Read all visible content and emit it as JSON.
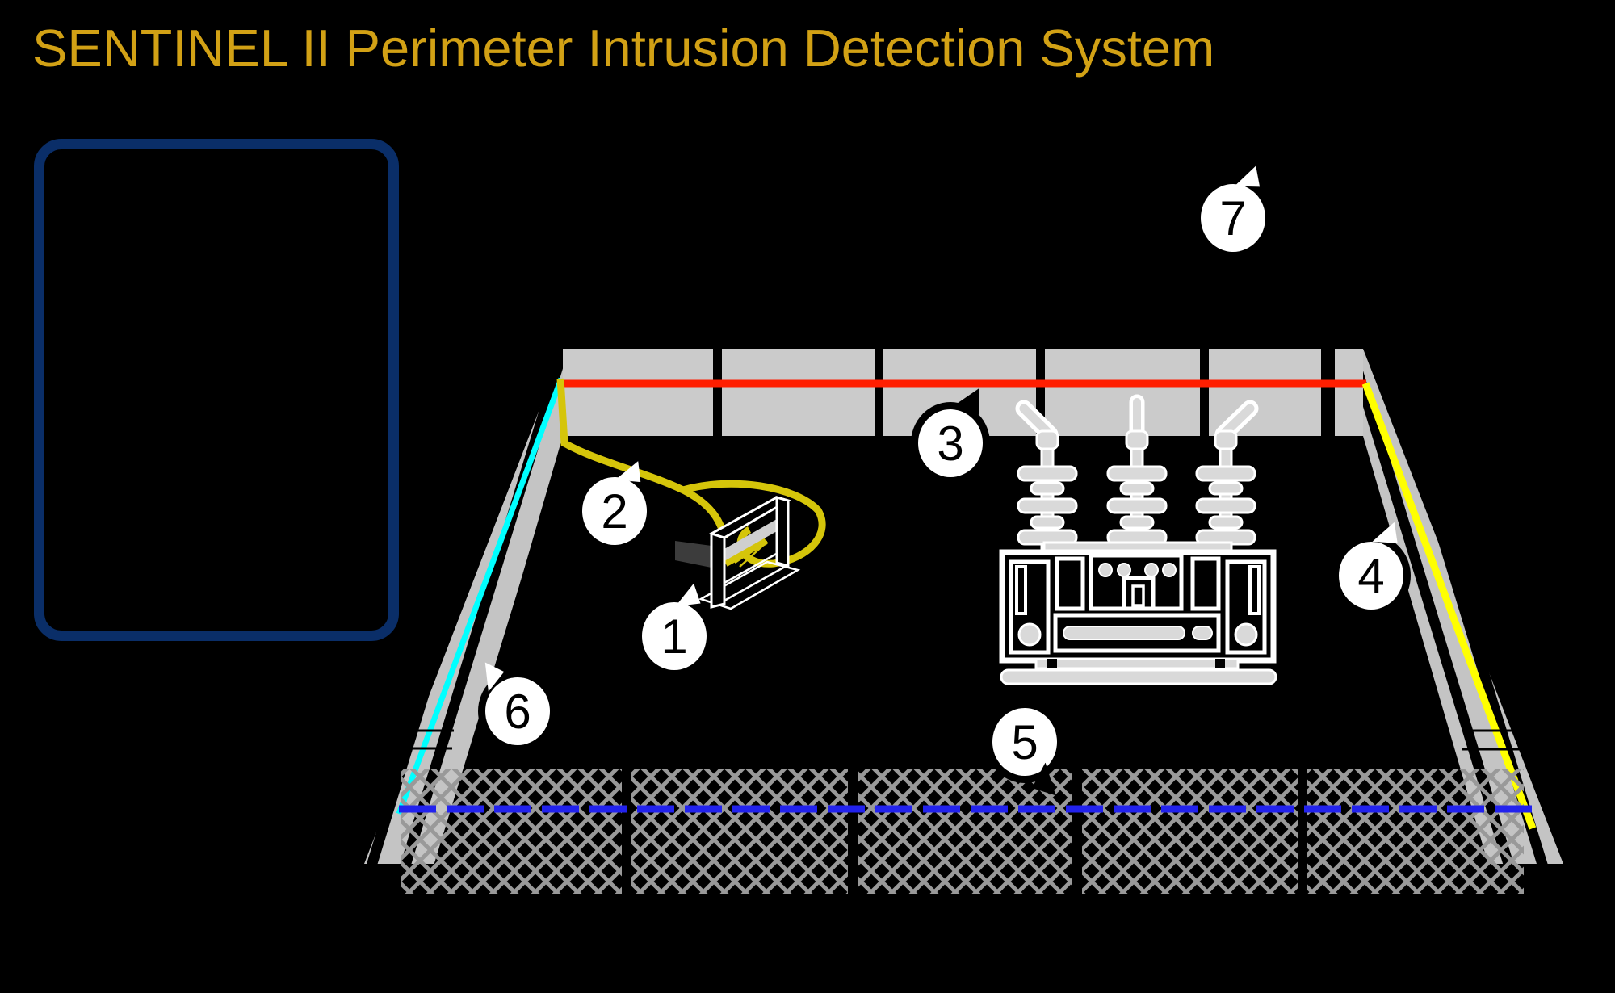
{
  "title": "SENTINEL II Perimeter Intrusion Detection System",
  "legend": {
    "note": ""
  },
  "diagram": {
    "description": "Isometric drawing of a fenced substation perimeter with numbered component callouts",
    "callouts": {
      "c1": {
        "label": "1",
        "points_to": "cable-termination-box"
      },
      "c2": {
        "label": "2",
        "points_to": "lead-in-cable"
      },
      "c3": {
        "label": "3",
        "points_to": "fence-top-sensor-cable-red"
      },
      "c4": {
        "label": "4",
        "points_to": "right-fence-sensor-cable-yellow"
      },
      "c5": {
        "label": "5",
        "points_to": "buried-sensor-cable-blue"
      },
      "c6": {
        "label": "6",
        "points_to": "left-fence-sensor-cable-cyan"
      },
      "c7": {
        "label": "7",
        "points_to": "open-area"
      }
    },
    "colors": {
      "title_gold": "#D2A115",
      "legend_border_navy": "#0A2E68",
      "fence_panel_gray": "#CBCBCB",
      "picket_gray": "#C4C4C4",
      "chainlink_mesh_gray": "#999999",
      "sensor_cable_red": "#FF1E00",
      "sensor_cable_cyan": "#00FFFF",
      "sensor_cable_yellow": "#FFFF00",
      "lead_in_cable_gold": "#D5C50A",
      "buried_cable_blue": "#2222EE",
      "equipment_white": "#FFFFFF",
      "equipment_gray": "#D9D9D9"
    }
  }
}
